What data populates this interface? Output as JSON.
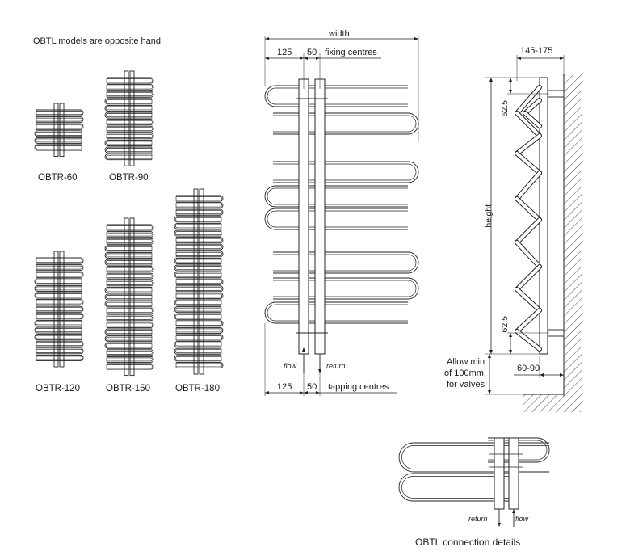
{
  "note": "OBTL models are opposite hand",
  "models": [
    "OBTR-60",
    "OBTR-90",
    "OBTR-120",
    "OBTR-150",
    "OBTR-180"
  ],
  "front": {
    "width_label": "width",
    "dim_left": "125",
    "dim_centre": "50",
    "fixing_label": "fixing centres",
    "tapping_label": "tapping centres",
    "flow": "flow",
    "return": "return"
  },
  "side": {
    "depth_top": "145-175",
    "offset_top": "62.5",
    "height_label": "height",
    "offset_bottom": "62.5",
    "valve_note_1": "Allow min",
    "valve_note_2": "of 100mm",
    "valve_note_3": "for valves",
    "depth_bottom": "60-90"
  },
  "obtl": {
    "return": "return",
    "flow": "flow",
    "caption": "OBTL connection details"
  }
}
